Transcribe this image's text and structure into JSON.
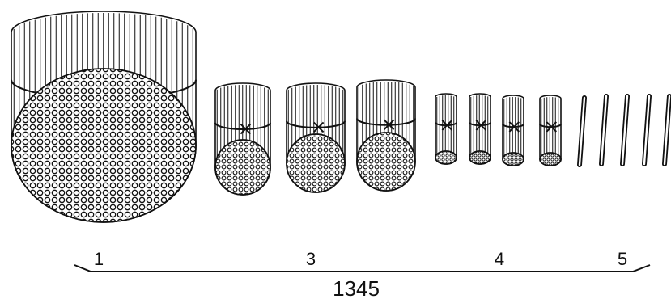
{
  "labels": {
    "group_1": "1",
    "group_3": "3",
    "group_4": "4",
    "group_5": "5",
    "total": "1345"
  },
  "groups": [
    {
      "id": "1",
      "kind": "large bundle",
      "count": 1
    },
    {
      "id": "3",
      "kind": "medium bundles",
      "count": 3
    },
    {
      "id": "4",
      "kind": "small bundles",
      "count": 4
    },
    {
      "id": "5",
      "kind": "single sticks",
      "count": 5
    }
  ],
  "colors": {
    "ink": "#111111",
    "paper": "#ffffff"
  }
}
